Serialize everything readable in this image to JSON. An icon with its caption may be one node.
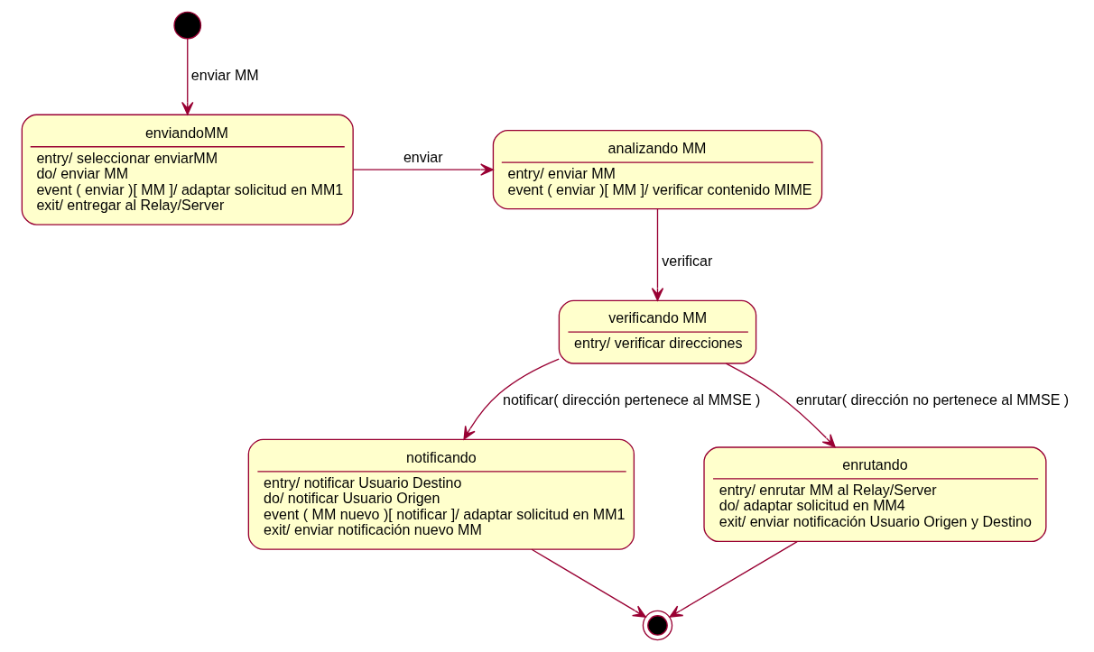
{
  "diagram": {
    "nodes": [
      {
        "text": [],
        "shape": "circle"
      },
      {
        "text": [
          "enviandoMM",
          "entry/ seleccionar enviarMM",
          "do/ enviar MM",
          "event ( enviar )[ MM ]/ adaptar solicitud en MM1",
          "exit/ entregar al Relay/Server"
        ]
      },
      {
        "text": [
          "analizando MM",
          "entry/ enviar MM",
          "event ( enviar )[ MM ]/ verificar contenido MIME"
        ]
      },
      {
        "text": [
          "verificando MM",
          "entry/ verificar direcciones"
        ]
      },
      {
        "text": [
          "notificando",
          "entry/ notificar Usuario Destino",
          "do/ notificar Usuario Origen",
          "event ( MM nuevo )[ notificar ]/ adaptar solicitud en MM1",
          "exit/ enviar notificación nuevo MM"
        ]
      },
      {
        "text": [
          "enrutando",
          "entry/ enrutar MM al Relay/Server",
          "do/ adaptar solicitud en MM4",
          "exit/ enviar notificación Usuario Origen y Destino"
        ]
      },
      {
        "text": [],
        "shape": "circle"
      }
    ],
    "edges": [
      {
        "from": 0,
        "to": 1,
        "arrow": "to",
        "label": "enviar MM"
      },
      {
        "from": 1,
        "to": 2,
        "arrow": "to",
        "label": "enviar"
      },
      {
        "from": 2,
        "to": 3,
        "arrow": "to",
        "label": "verificar"
      },
      {
        "from": 3,
        "to": 4,
        "arrow": "to",
        "label": "notificar( dirección pertenece al MMSE )"
      },
      {
        "from": 3,
        "to": 5,
        "arrow": "to",
        "label": "enrutar( dirección no pertenece al MMSE )"
      },
      {
        "from": 4,
        "to": 6,
        "arrow": "to"
      },
      {
        "from": 5,
        "to": 6,
        "arrow": "to"
      }
    ]
  }
}
